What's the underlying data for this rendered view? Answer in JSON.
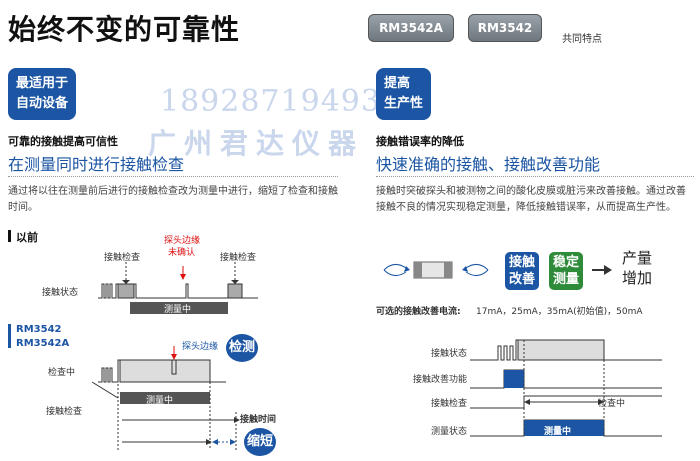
{
  "header": {
    "title": "始终不变的可靠性",
    "models": [
      "RM3542A",
      "RM3542"
    ],
    "common_features": "共同特点"
  },
  "watermark": {
    "phone": "18928719493",
    "company": "广州君达仪器"
  },
  "left": {
    "tag": [
      "最适用于",
      "自动设备"
    ],
    "subtitle": "可靠的接触提高可信性",
    "heading": "在测量同时进行接触检查",
    "body": "通过将以往在测量前后进行的接触检查改为测量中进行，缩短了检查和接触时间。",
    "previous": {
      "label": "以前",
      "contact_check": "接触检查",
      "contact_check_2": "接触检查",
      "probe_edge_unconfirmed": [
        "探头边缘",
        "未确认"
      ],
      "contact_state": "接触状态",
      "measuring": "测量中"
    },
    "new_models": [
      "RM3542",
      "RM3542A"
    ],
    "current": {
      "probe_edge": "探头边缘",
      "detect": "检测",
      "check_during": "检查中",
      "measuring": "测量中",
      "contact_check": "接触检查",
      "contact_time": "接触时间",
      "shorten": "缩短"
    }
  },
  "right": {
    "tag": [
      "提高",
      "生产性"
    ],
    "subtitle": "接触错误率的降低",
    "heading": "快速准确的接触、接触改善功能",
    "body": "接触时突破探头和被测物之间的酸化皮膜或脏污来改善接触。通过改善接触不良的情况实现稳定测量，降低接触错误率，从而提高生产性。",
    "flow": {
      "box1": [
        "接触",
        "改善"
      ],
      "box2": [
        "稳定",
        "测量"
      ],
      "result": [
        "产量",
        "增加"
      ]
    },
    "currents_label": "可选的接触改善电流:",
    "currents_value": "17mA，25mA，35mA(初始值)，50mA",
    "timing": {
      "rows": [
        "接触状态",
        "接触改善功能",
        "接触检查",
        "测量状态"
      ],
      "check_during": "检查中",
      "measuring": "测量中"
    }
  },
  "colors": {
    "accent": "#1b55a3",
    "green": "#2e8b3a",
    "red": "#dd1111"
  }
}
